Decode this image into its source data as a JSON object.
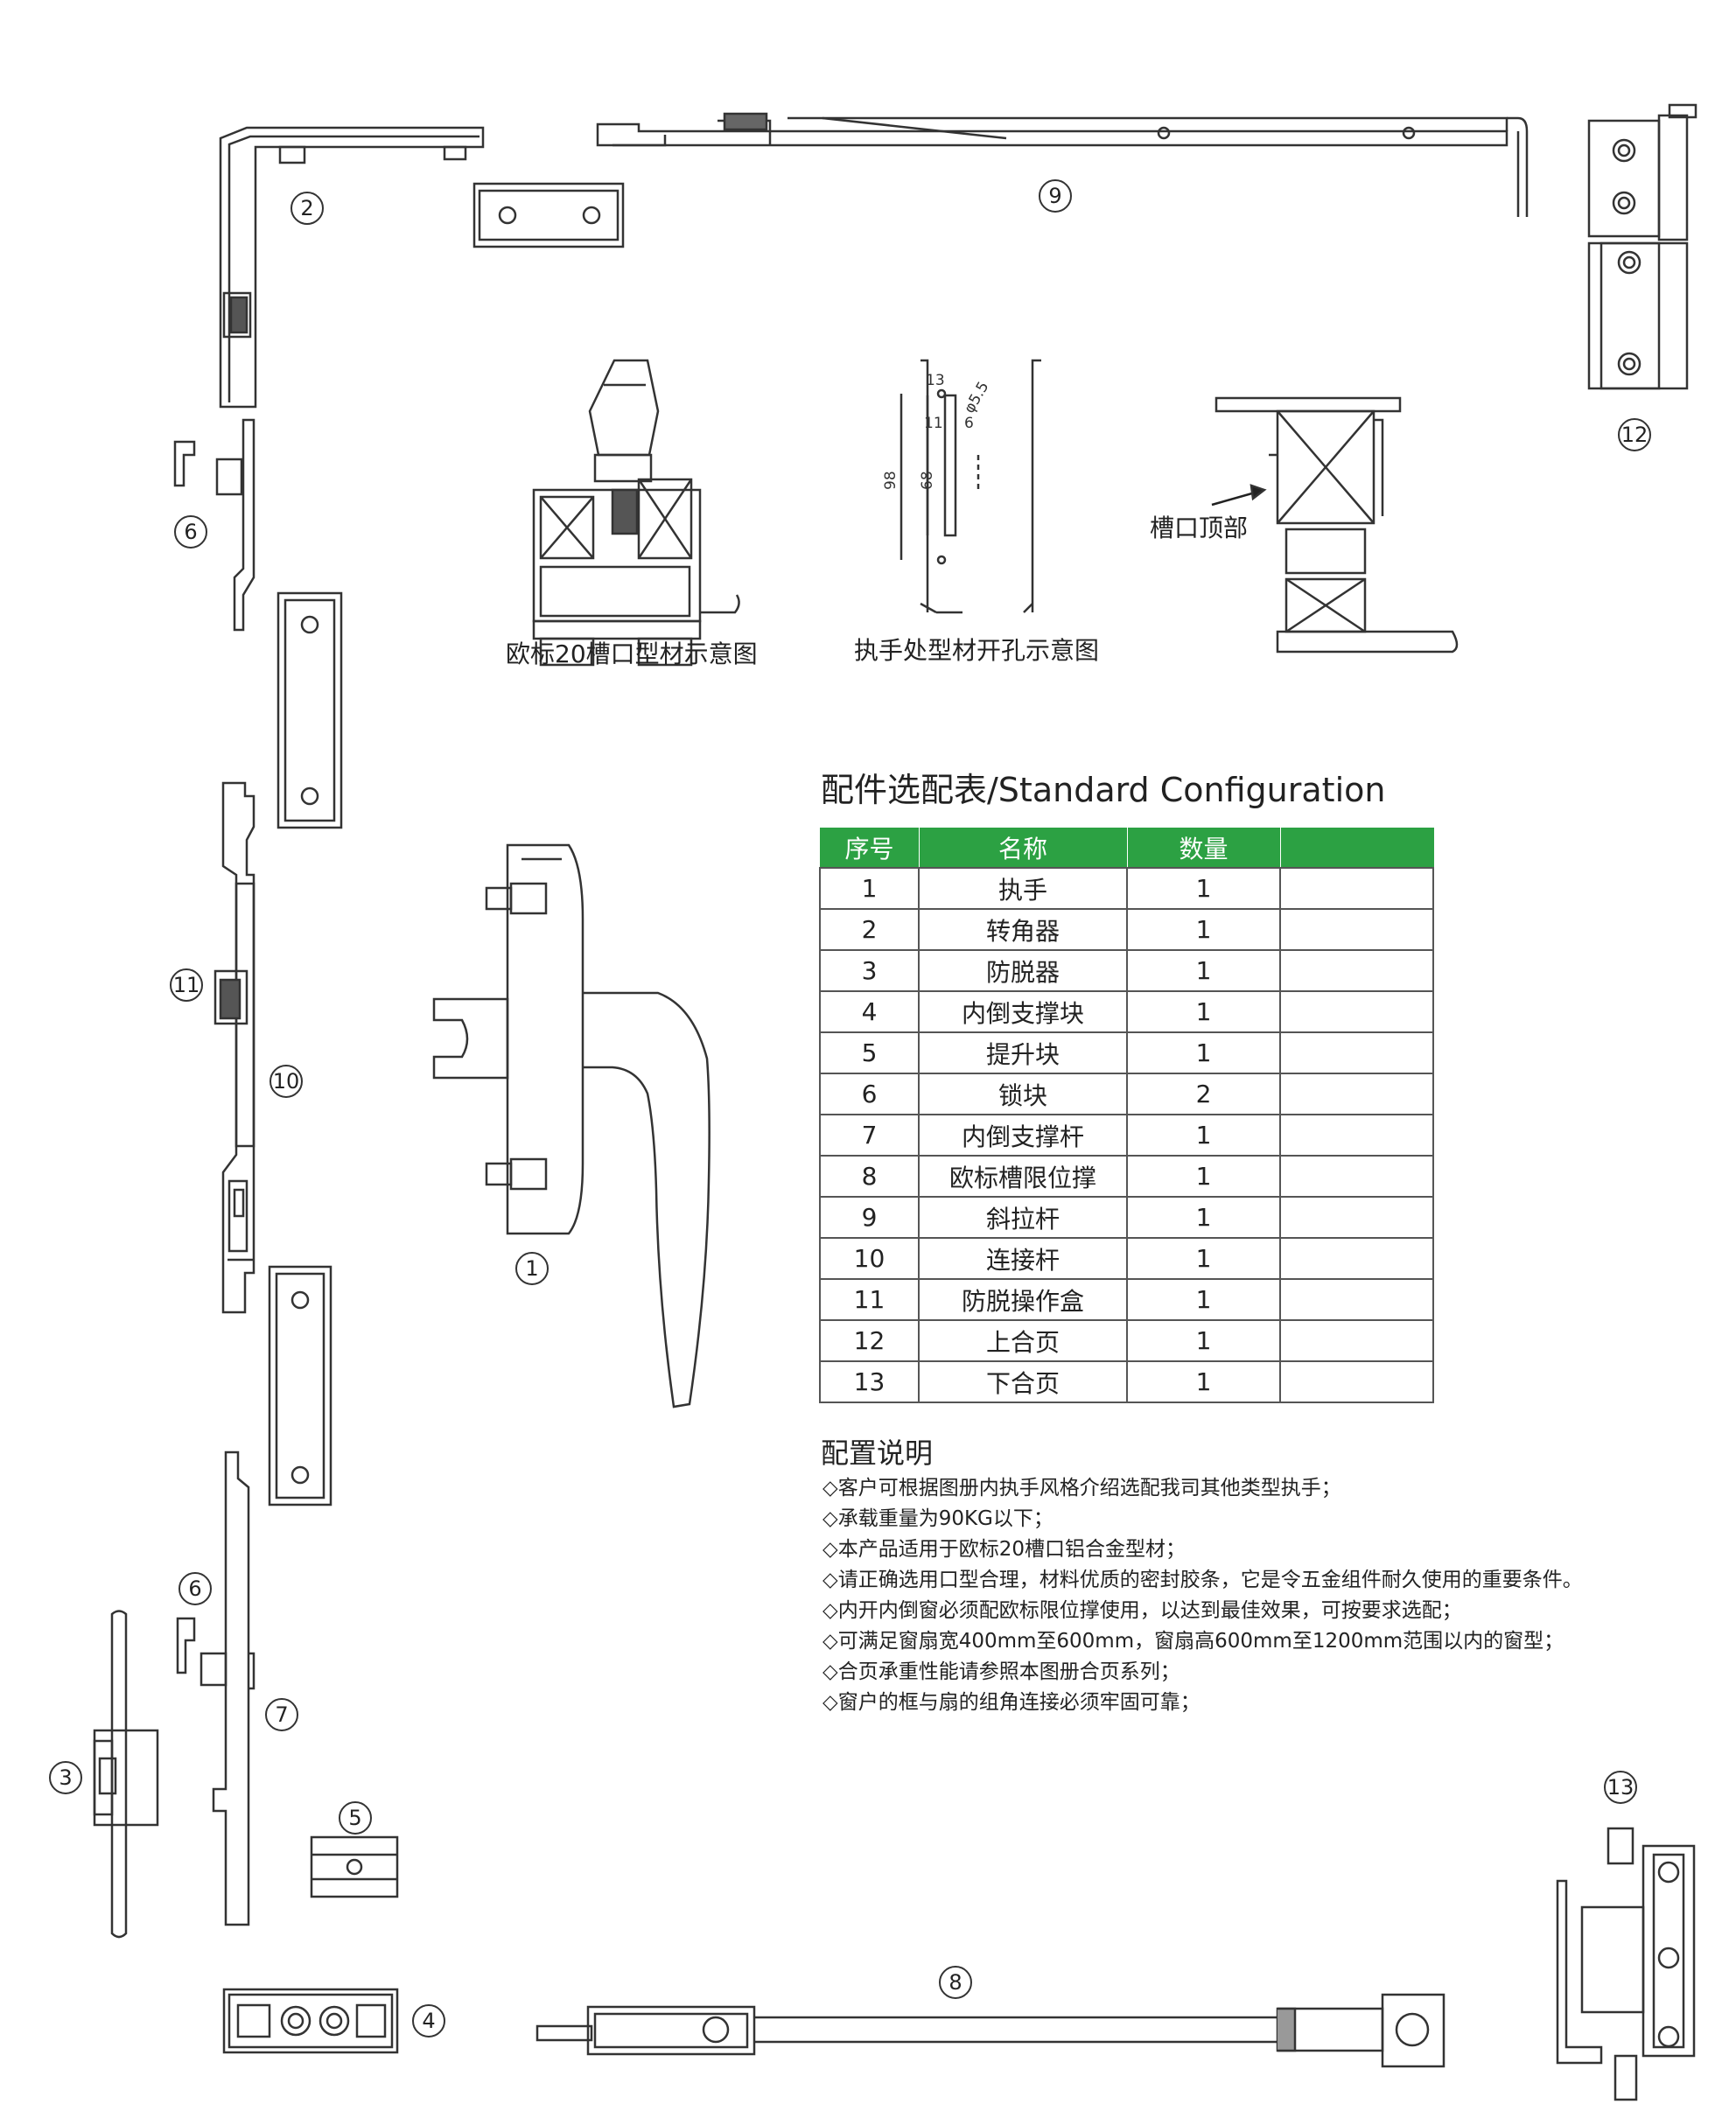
{
  "callouts": {
    "n1": "1",
    "n2": "2",
    "n3": "3",
    "n4": "4",
    "n5": "5",
    "n6": "6",
    "n7": "7",
    "n8": "8",
    "n9": "9",
    "n10": "10",
    "n11": "11",
    "n12": "12",
    "n13": "13"
  },
  "diagrams": {
    "profile_caption": "欧标20槽口型材示意图",
    "drilling_caption": "执手处型材开孔示意图",
    "groove_label": "槽口顶部",
    "dims": {
      "d13": "13",
      "d5": "φ5.5",
      "d11": "11",
      "d6": "6",
      "d98": "98",
      "d68": "68"
    }
  },
  "table": {
    "title": "配件选配表/Standard Configuration",
    "headers": [
      "序号",
      "名称",
      "数量",
      ""
    ],
    "rows": [
      [
        "1",
        "执手",
        "1",
        ""
      ],
      [
        "2",
        "转角器",
        "1",
        ""
      ],
      [
        "3",
        "防脱器",
        "1",
        ""
      ],
      [
        "4",
        "内倒支撑块",
        "1",
        ""
      ],
      [
        "5",
        "提升块",
        "1",
        ""
      ],
      [
        "6",
        "锁块",
        "2",
        ""
      ],
      [
        "7",
        "内倒支撑杆",
        "1",
        ""
      ],
      [
        "8",
        "欧标槽限位撑",
        "1",
        ""
      ],
      [
        "9",
        "斜拉杆",
        "1",
        ""
      ],
      [
        "10",
        "连接杆",
        "1",
        ""
      ],
      [
        "11",
        "防脱操作盒",
        "1",
        ""
      ],
      [
        "12",
        "上合页",
        "1",
        ""
      ],
      [
        "13",
        "下合页",
        "1",
        ""
      ]
    ]
  },
  "notes": {
    "title": "配置说明",
    "items": [
      "◇客户可根据图册内执手风格介绍选配我司其他类型执手；",
      "◇承载重量为90KG以下；",
      "◇本产品适用于欧标20槽口铝合金型材；",
      "◇请正确选用口型合理，材料优质的密封胶条，它是令五金组件耐久使用的重要条件。",
      "◇内开内倒窗必须配欧标限位撑使用，以达到最佳效果，可按要求选配；",
      "◇可满足窗扇宽400mm至600mm，窗扇高600mm至1200mm范围以内的窗型；",
      "◇合页承重性能请参照本图册合页系列；",
      "◇窗户的框与扇的组角连接必须牢固可靠；"
    ]
  },
  "colors": {
    "table_header": "#2ca143",
    "line": "#333333"
  }
}
